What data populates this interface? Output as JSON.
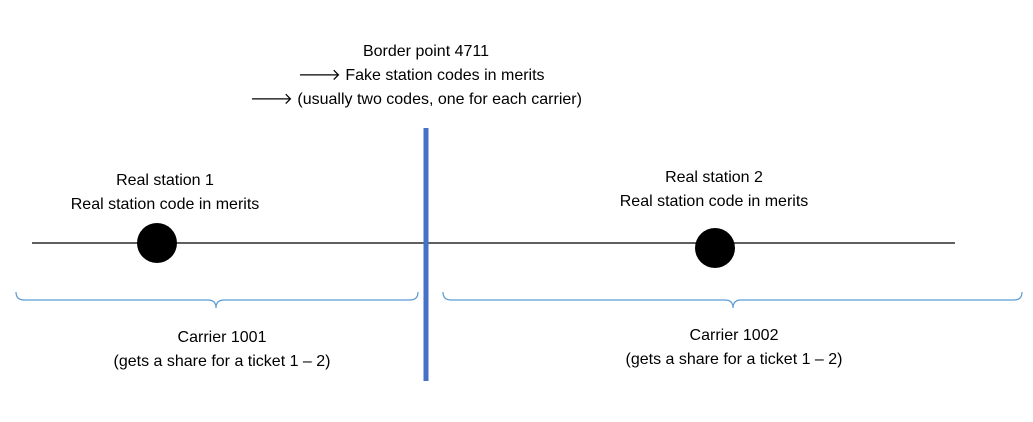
{
  "border": {
    "title": "Border point 4711",
    "arrow": "🡒",
    "line1": "Fake station codes in merits",
    "line2": "(usually two codes, one for each carrier)",
    "color": "#4472C4"
  },
  "station1": {
    "name": "Real station 1",
    "code_note": "Real station code in merits"
  },
  "station2": {
    "name": "Real station 2",
    "code_note": "Real station code in merits"
  },
  "carrier1": {
    "name": "Carrier 1001",
    "share_note": "(gets a share for a ticket 1 – 2)"
  },
  "carrier2": {
    "name": "Carrier 1002",
    "share_note": "(gets a share for a ticket 1 – 2)"
  },
  "colors": {
    "brace": "#5B9BD5",
    "track": "#000000",
    "station": "#000000"
  }
}
